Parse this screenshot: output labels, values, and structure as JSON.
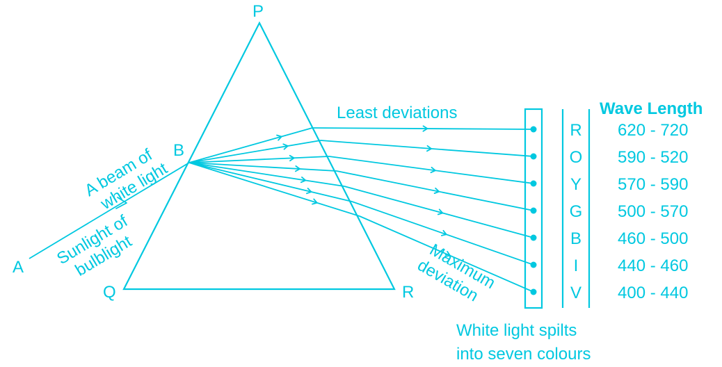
{
  "colors": {
    "stroke": "#00c8e0",
    "background": "#ffffff"
  },
  "vertices": {
    "p": "P",
    "q": "Q",
    "r": "R",
    "a": "A",
    "b": "B"
  },
  "labels": {
    "beam_line1": "A beam of",
    "beam_line2": "white light",
    "sun_line1": "Sunlight of",
    "sun_line2": "bulblight",
    "least": "Least deviations",
    "max_line1": "Maximum",
    "max_line2": "deviation",
    "split_line1": "White light spilts",
    "split_line2": "into seven colours",
    "wave_header": "Wave Length"
  },
  "spectrum": [
    {
      "color": "R",
      "range": "620 - 720"
    },
    {
      "color": "O",
      "range": "590 - 520"
    },
    {
      "color": "Y",
      "range": "570 - 590"
    },
    {
      "color": "G",
      "range": "500 - 570"
    },
    {
      "color": "B",
      "range": "460 - 500"
    },
    {
      "color": "I",
      "range": "440 - 460"
    },
    {
      "color": "V",
      "range": "400 - 440"
    }
  ]
}
